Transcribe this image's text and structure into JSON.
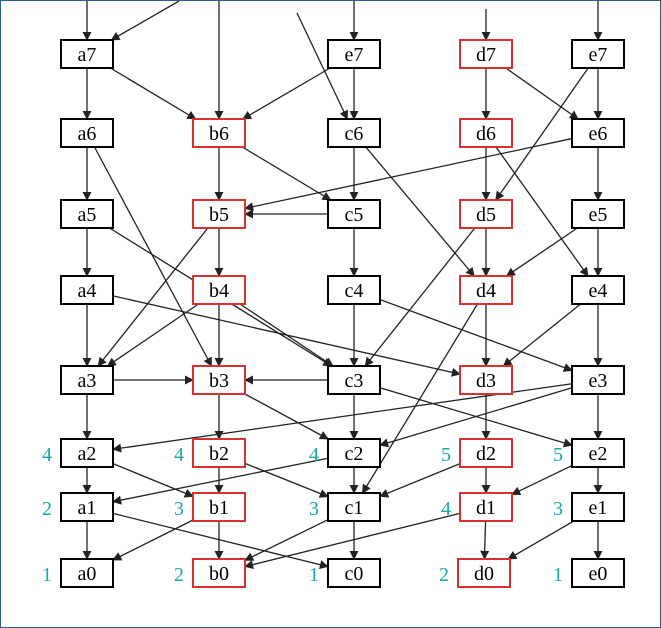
{
  "colors": {
    "highlight": "#d93030",
    "normal": "#000000",
    "level_number": "#1aa7a7",
    "edge": "#222222",
    "frame": "#2e5a8c"
  },
  "nodes": [
    {
      "id": "a7",
      "label": "a7",
      "highlight": false
    },
    {
      "id": "e7",
      "label": "e7",
      "highlight": false
    },
    {
      "id": "d7",
      "label": "d7",
      "highlight": true
    },
    {
      "id": "f7",
      "label": "e7",
      "highlight": false
    },
    {
      "id": "a6",
      "label": "a6",
      "highlight": false
    },
    {
      "id": "b6",
      "label": "b6",
      "highlight": true
    },
    {
      "id": "c6",
      "label": "c6",
      "highlight": false
    },
    {
      "id": "d6",
      "label": "d6",
      "highlight": true
    },
    {
      "id": "e6",
      "label": "e6",
      "highlight": false
    },
    {
      "id": "a5",
      "label": "a5",
      "highlight": false
    },
    {
      "id": "b5",
      "label": "b5",
      "highlight": true
    },
    {
      "id": "c5",
      "label": "c5",
      "highlight": false
    },
    {
      "id": "d5",
      "label": "d5",
      "highlight": true
    },
    {
      "id": "e5",
      "label": "e5",
      "highlight": false
    },
    {
      "id": "a4",
      "label": "a4",
      "highlight": false
    },
    {
      "id": "b4",
      "label": "b4",
      "highlight": true
    },
    {
      "id": "c4",
      "label": "c4",
      "highlight": false
    },
    {
      "id": "d4",
      "label": "d4",
      "highlight": true
    },
    {
      "id": "e4",
      "label": "e4",
      "highlight": false
    },
    {
      "id": "a3",
      "label": "a3",
      "highlight": false
    },
    {
      "id": "b3",
      "label": "b3",
      "highlight": true
    },
    {
      "id": "c3",
      "label": "c3",
      "highlight": false
    },
    {
      "id": "d3",
      "label": "d3",
      "highlight": true
    },
    {
      "id": "e3",
      "label": "e3",
      "highlight": false
    },
    {
      "id": "a2",
      "label": "a2",
      "highlight": false,
      "level": "4"
    },
    {
      "id": "b2",
      "label": "b2",
      "highlight": true,
      "level": "4"
    },
    {
      "id": "c2",
      "label": "c2",
      "highlight": false,
      "level": "4"
    },
    {
      "id": "d2",
      "label": "d2",
      "highlight": true,
      "level": "5"
    },
    {
      "id": "e2",
      "label": "e2",
      "highlight": false,
      "level": "5"
    },
    {
      "id": "a1",
      "label": "a1",
      "highlight": false,
      "level": "2"
    },
    {
      "id": "b1",
      "label": "b1",
      "highlight": true,
      "level": "3"
    },
    {
      "id": "c1",
      "label": "c1",
      "highlight": false,
      "level": "3"
    },
    {
      "id": "d1",
      "label": "d1",
      "highlight": true,
      "level": "4"
    },
    {
      "id": "e1",
      "label": "e1",
      "highlight": false,
      "level": "3"
    },
    {
      "id": "a0",
      "label": "a0",
      "highlight": false,
      "level": "1"
    },
    {
      "id": "b0",
      "label": "b0",
      "highlight": true,
      "level": "2"
    },
    {
      "id": "c0",
      "label": "c0",
      "highlight": false,
      "level": "1"
    },
    {
      "id": "d0",
      "label": "d0",
      "highlight": true,
      "level": "2"
    },
    {
      "id": "e0",
      "label": "e0",
      "highlight": false,
      "level": "1"
    }
  ],
  "edges": [
    [
      "a7",
      "a6"
    ],
    [
      "a7",
      "b6"
    ],
    [
      "e7",
      "c6"
    ],
    [
      "e7",
      "b6"
    ],
    [
      "d7",
      "d6"
    ],
    [
      "d7",
      "e6"
    ],
    [
      "f7",
      "e6"
    ],
    [
      "f7",
      "d5"
    ],
    [
      "a6",
      "a5"
    ],
    [
      "a6",
      "b3"
    ],
    [
      "b6",
      "b5"
    ],
    [
      "b6",
      "c5"
    ],
    [
      "c6",
      "c5"
    ],
    [
      "c6",
      "d4"
    ],
    [
      "d6",
      "d5"
    ],
    [
      "d6",
      "e4"
    ],
    [
      "e6",
      "e5"
    ],
    [
      "e6",
      "b5"
    ],
    [
      "a5",
      "a4"
    ],
    [
      "a5",
      "c3"
    ],
    [
      "b5",
      "b4"
    ],
    [
      "b5",
      "a3"
    ],
    [
      "c5",
      "b5"
    ],
    [
      "c5",
      "c4"
    ],
    [
      "d5",
      "d4"
    ],
    [
      "d5",
      "c3"
    ],
    [
      "e5",
      "e4"
    ],
    [
      "e5",
      "d4"
    ],
    [
      "a4",
      "a3"
    ],
    [
      "a4",
      "d3"
    ],
    [
      "b4",
      "b3"
    ],
    [
      "b4",
      "a3"
    ],
    [
      "b4",
      "c3"
    ],
    [
      "c4",
      "c3"
    ],
    [
      "c4",
      "e3"
    ],
    [
      "d4",
      "d3"
    ],
    [
      "d4",
      "c1"
    ],
    [
      "e4",
      "e3"
    ],
    [
      "e4",
      "d3"
    ],
    [
      "a3",
      "a2"
    ],
    [
      "a3",
      "b3"
    ],
    [
      "b3",
      "b2"
    ],
    [
      "b3",
      "c2"
    ],
    [
      "c3",
      "b3"
    ],
    [
      "c3",
      "c2"
    ],
    [
      "c3",
      "e2"
    ],
    [
      "d3",
      "d2"
    ],
    [
      "e3",
      "e2"
    ],
    [
      "e3",
      "a2"
    ],
    [
      "e3",
      "c2"
    ],
    [
      "a2",
      "a1"
    ],
    [
      "a2",
      "b1"
    ],
    [
      "b2",
      "b1"
    ],
    [
      "b2",
      "c1"
    ],
    [
      "c2",
      "c1"
    ],
    [
      "c2",
      "a1"
    ],
    [
      "d2",
      "d1"
    ],
    [
      "d2",
      "c1"
    ],
    [
      "e2",
      "e1"
    ],
    [
      "e2",
      "d1"
    ],
    [
      "a1",
      "a0"
    ],
    [
      "a1",
      "c0"
    ],
    [
      "b1",
      "b0"
    ],
    [
      "b1",
      "a0"
    ],
    [
      "c1",
      "c0"
    ],
    [
      "c1",
      "b0"
    ],
    [
      "d1",
      "d0"
    ],
    [
      "d1",
      "b0"
    ],
    [
      "e1",
      "e0"
    ],
    [
      "e1",
      "d0"
    ]
  ],
  "entry_edges": [
    "a7",
    "b6",
    "c6",
    "d7",
    "f7"
  ]
}
